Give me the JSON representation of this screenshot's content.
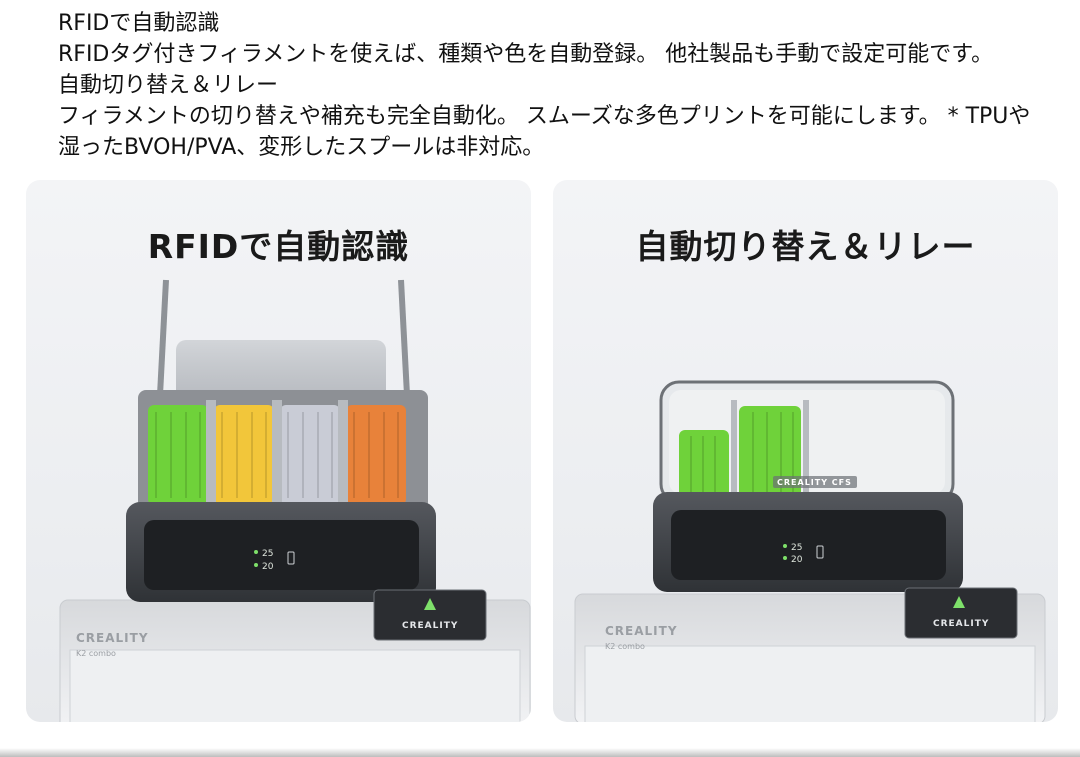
{
  "description": {
    "heading1": "RFIDで自動認識",
    "body1": "RFIDタグ付きフィラメントを使えば、種類や色を自動登録。 他社製品も手動で設定可能です。",
    "heading2": "自動切り替え＆リレー",
    "body2": "フィラメントの切り替えや補充も完全自動化。 スムーズな多色プリントを可能にします。 * TPUや湿ったBVOH/PVA、変形したスプールは非対応。"
  },
  "panels": {
    "left": {
      "title": "RFIDで自動認識",
      "display_line1": "25",
      "display_line2": "20",
      "screen_brand": "CREALITY",
      "printer_brand": "CREALITY",
      "printer_model": "K2 combo",
      "spool_colors": [
        "#6fd23a",
        "#f2c63a",
        "#c9ccd6",
        "#e8823a"
      ]
    },
    "right": {
      "title": "自動切り替え＆リレー",
      "display_line1": "25",
      "display_line2": "20",
      "screen_brand": "CREALITY",
      "printer_brand": "CREALITY",
      "printer_model": "K2 combo",
      "box_label": "CREALITY CFS",
      "spool_colors": [
        "#6fd23a",
        "#6fd23a"
      ]
    }
  },
  "colors": {
    "panel_bg": "#eef0f2",
    "box_body": "#3a3d42",
    "box_front": "#1e2023",
    "led_green": "#7ee06a"
  }
}
